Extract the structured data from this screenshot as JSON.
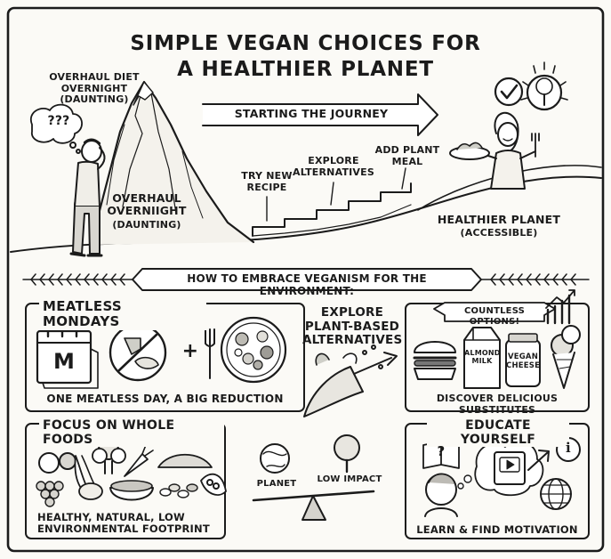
{
  "title_line1": "SIMPLE VEGAN CHOICES FOR",
  "title_line2": "A HEALTHIER PLANET",
  "journey": {
    "arrow_label": "STARTING THE JOURNEY",
    "mountain_note": "OVERHAUL DIET\nOVERNIGHT\n(DAUNTING)",
    "question_bubble": "???",
    "mountain_label": "OVERHAUL\nOVERNIIGHT",
    "mountain_sub": "(DAUNTING)",
    "step1": "TRY NEW\nRECIPE",
    "step2": "EXPLORE\nALTERNATIVES",
    "step3": "ADD PLANT\nMEAL",
    "goal_label": "HEALTHIER PLANET",
    "goal_sub": "(ACCESSIBLE)"
  },
  "banner": "HOW TO EMBRACE VEGANISM FOR THE ENVIRONMENT:",
  "meatless": {
    "heading": "MEATLESS MONDAYS",
    "calendar_letter": "M",
    "plus": "+",
    "caption": "ONE MEATLESS DAY, A BIG REDUCTION"
  },
  "explore": {
    "heading": "EXPLORE\nPLANT-BASED\nALTERNATIVES"
  },
  "options": {
    "ribbon": "COUNTLESS OPTIONS!",
    "milk_label": "ALMOND\nMILK",
    "cheese_label": "VEGAN\nCHEESE",
    "caption": "DISCOVER DELICIOUS SUBSTITUTES"
  },
  "whole_foods": {
    "heading": "FOCUS ON WHOLE FOODS",
    "caption": "HEALTHY, NATURAL, LOW\nENVIRONMENTAL FOOTPRINT",
    "planet_label": "PLANET",
    "impact_label": "LOW IMPACT"
  },
  "educate": {
    "heading": "EDUCATE YOURSELF",
    "book_mark": "?",
    "info_mark": "i",
    "caption": "LEARN & FIND MOTIVATION"
  }
}
